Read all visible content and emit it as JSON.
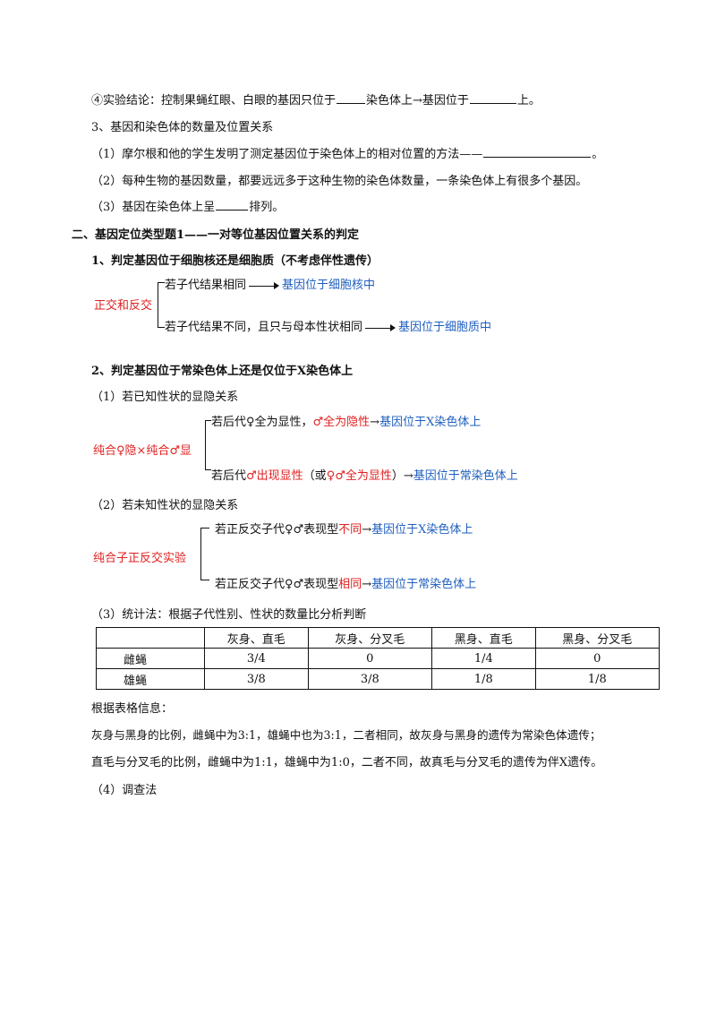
{
  "line1": {
    "a": "④实验结论：控制果蝇红眼、白眼的基因只位于",
    "b": "染色体上→基因位于",
    "c": "上。"
  },
  "sec3": {
    "title": "3、基因和染色体的数量及位置关系",
    "item1": "（1）摩尔根和他的学生发明了测定基因位于染色体上的相对位置的方法——",
    "item1_end": "。",
    "item2": "（2）每种生物的基因数量，都要远远多于这种生物的染色体数量，一条染色体上有很多个基因。",
    "item3a": "（3）基因在染色体上呈",
    "item3b": "排列。"
  },
  "part2_title": "二、基因定位类型题1——一对等位基因位置关系的判定",
  "s1": {
    "title": "1、判定基因位于细胞核还是细胞质（不考虑伴性遗传）",
    "left": "正交和反交",
    "top_pre": "若子代结果相同",
    "top_res": "基因位于细胞核中",
    "bot_pre": "若子代结果不同，且只与母本性状相同",
    "bot_res": "基因位于细胞质中"
  },
  "s2": {
    "title": "2、判定基因位于常染色体上还是仅位于X染色体上",
    "sub1": "（1）若已知性状的显隐关系",
    "left1": "纯合♀隐×纯合♂显",
    "t1_a": "若后代♀全为显性，",
    "t1_b": "♂全为隐性",
    "t1_c": "→",
    "t1_d": "基因位于X染色体上",
    "b1_a": "若后代",
    "b1_b": "♂出现显性",
    "b1_c": "（或",
    "b1_d": "♀♂全为显性",
    "b1_e": "）→",
    "b1_f": "基因位于常染色体上",
    "sub2": "（2）若未知性状的显隐关系",
    "left2": "纯合子正反交实验",
    "t2_a": "若正反交子代♀♂表现型",
    "t2_b": "不同",
    "t2_c": "→",
    "t2_d": "基因位于X染色体上",
    "b2_a": "若正反交子代♀♂表现型",
    "b2_b": "相同",
    "b2_c": "→",
    "b2_d": "基因位于常染色体上",
    "sub3": "（3）统计法：根据子代性别、性状的数量比分析判断"
  },
  "table": {
    "headers": [
      "",
      "灰身、直毛",
      "灰身、分叉毛",
      "黑身、直毛",
      "黑身、分叉毛"
    ],
    "rows": [
      [
        "雌蝇",
        "3/4",
        "0",
        "1/4",
        "0"
      ],
      [
        "雄蝇",
        "3/8",
        "3/8",
        "1/8",
        "1/8"
      ]
    ]
  },
  "after": {
    "l1": "根据表格信息：",
    "l2": "灰身与黑身的比例，雌蝇中为3:1，雄蝇中也为3:1，二者相同，故灰身与黑身的遗传为常染色体遗传；",
    "l3": "直毛与分叉毛的比例，雌蝇中为1:1，雄蝇中为1:0，二者不同，故真毛与分叉毛的遗传为伴X遗传。",
    "l4": "（4）调查法"
  }
}
